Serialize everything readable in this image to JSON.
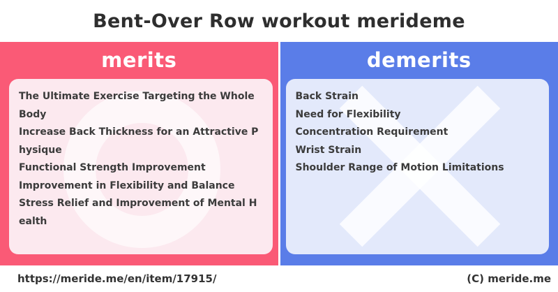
{
  "title": "Bent-Over Row workout merideme",
  "panels": {
    "merits": {
      "label": "merits",
      "accent_color": "#fa5a76",
      "card_color": "#fce9ef",
      "watermark_icon": "circle-o-watermark",
      "items": [
        "The Ultimate Exercise Targeting the Whole Body",
        "Increase Back Thickness for an Attractive Physique",
        "Functional Strength Improvement",
        "Improvement in Flexibility and Balance",
        "Stress Relief and Improvement of Mental Health"
      ]
    },
    "demerits": {
      "label": "demerits",
      "accent_color": "#5a7de8",
      "card_color": "#e3e9fb",
      "watermark_icon": "cross-x-watermark",
      "items": [
        "Back Strain",
        "Need for Flexibility",
        "Concentration Requirement",
        "Wrist Strain",
        "Shoulder Range of Motion Limitations"
      ]
    }
  },
  "footer": {
    "url": "https://meride.me/en/item/17915/",
    "copyright": "(C) meride.me"
  }
}
